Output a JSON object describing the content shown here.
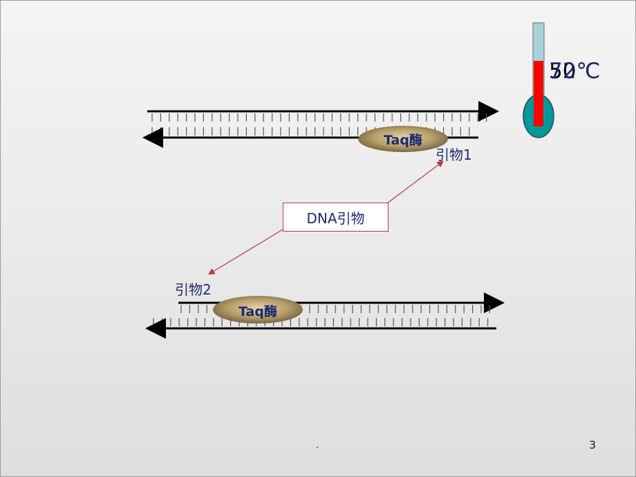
{
  "diagram": {
    "enzyme_label_top": "Taq酶",
    "enzyme_label_bottom": "Taq酶",
    "primer1_label": "引物1",
    "primer2_label": "引物2",
    "dna_primer_box": "DNA引物"
  },
  "thermometer": {
    "temp_overlap_a": "50℃",
    "temp_overlap_b": "72℃",
    "fill_color": "#ff0000",
    "bulb_color": "#009999"
  },
  "footer": {
    "dot": ".",
    "page_number": "3"
  }
}
